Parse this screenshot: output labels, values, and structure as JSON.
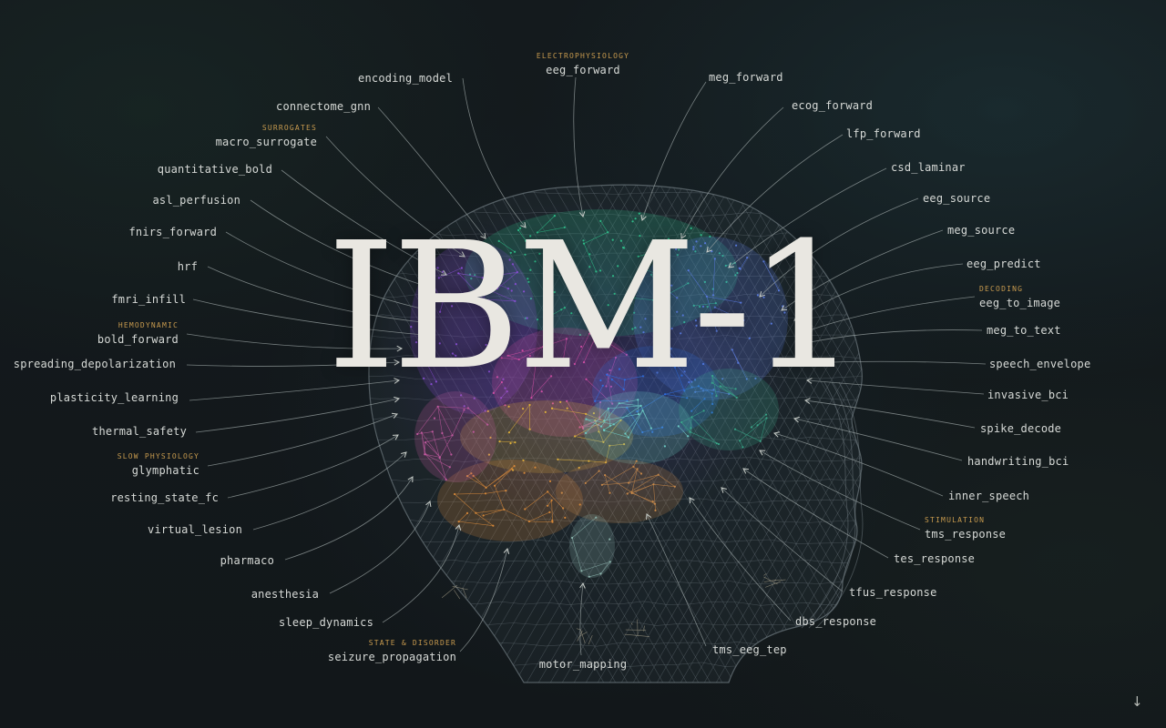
{
  "title": "IBM-1",
  "scroll_hint": "↓",
  "colors": {
    "label": "#d6d9d6",
    "group": "#c79a4e",
    "arrow": "#9aa3a3",
    "mesh": "#6f7a80"
  },
  "groups": [
    {
      "key": "electrophysiology",
      "label": "ELECTROPHYSIOLOGY"
    },
    {
      "key": "surrogates",
      "label": "SURROGATES"
    },
    {
      "key": "hemodynamic",
      "label": "HEMODYNAMIC"
    },
    {
      "key": "slow_physiology",
      "label": "SLOW PHYSIOLOGY"
    },
    {
      "key": "state_disorder",
      "label": "STATE & DISORDER"
    },
    {
      "key": "decoding",
      "label": "DECODING"
    },
    {
      "key": "stimulation",
      "label": "STIMULATION"
    }
  ],
  "labels": [
    {
      "id": "encoding_model",
      "text": "encoding_model"
    },
    {
      "id": "eeg_forward",
      "text": "eeg_forward"
    },
    {
      "id": "meg_forward",
      "text": "meg_forward"
    },
    {
      "id": "connectome_gnn",
      "text": "connectome_gnn"
    },
    {
      "id": "ecog_forward",
      "text": "ecog_forward"
    },
    {
      "id": "macro_surrogate",
      "text": "macro_surrogate"
    },
    {
      "id": "lfp_forward",
      "text": "lfp_forward"
    },
    {
      "id": "quantitative_bold",
      "text": "quantitative_bold"
    },
    {
      "id": "csd_laminar",
      "text": "csd_laminar"
    },
    {
      "id": "asl_perfusion",
      "text": "asl_perfusion"
    },
    {
      "id": "eeg_source",
      "text": "eeg_source"
    },
    {
      "id": "fnirs_forward",
      "text": "fnirs_forward"
    },
    {
      "id": "meg_source",
      "text": "meg_source"
    },
    {
      "id": "hrf",
      "text": "hrf"
    },
    {
      "id": "eeg_predict",
      "text": "eeg_predict"
    },
    {
      "id": "fmri_infill",
      "text": "fmri_infill"
    },
    {
      "id": "eeg_to_image",
      "text": "eeg_to_image"
    },
    {
      "id": "bold_forward",
      "text": "bold_forward"
    },
    {
      "id": "meg_to_text",
      "text": "meg_to_text"
    },
    {
      "id": "spreading_depolarization",
      "text": "spreading_depolarization"
    },
    {
      "id": "speech_envelope",
      "text": "speech_envelope"
    },
    {
      "id": "plasticity_learning",
      "text": "plasticity_learning"
    },
    {
      "id": "invasive_bci",
      "text": "invasive_bci"
    },
    {
      "id": "thermal_safety",
      "text": "thermal_safety"
    },
    {
      "id": "spike_decode",
      "text": "spike_decode"
    },
    {
      "id": "glymphatic",
      "text": "glymphatic"
    },
    {
      "id": "handwriting_bci",
      "text": "handwriting_bci"
    },
    {
      "id": "resting_state_fc",
      "text": "resting_state_fc"
    },
    {
      "id": "inner_speech",
      "text": "inner_speech"
    },
    {
      "id": "virtual_lesion",
      "text": "virtual_lesion"
    },
    {
      "id": "tms_response",
      "text": "tms_response"
    },
    {
      "id": "pharmaco",
      "text": "pharmaco"
    },
    {
      "id": "tes_response",
      "text": "tes_response"
    },
    {
      "id": "anesthesia",
      "text": "anesthesia"
    },
    {
      "id": "tfus_response",
      "text": "tfus_response"
    },
    {
      "id": "sleep_dynamics",
      "text": "sleep_dynamics"
    },
    {
      "id": "dbs_response",
      "text": "dbs_response"
    },
    {
      "id": "seizure_propagation",
      "text": "seizure_propagation"
    },
    {
      "id": "tms_eeg_tep",
      "text": "tms_eeg_tep"
    },
    {
      "id": "motor_mapping",
      "text": "motor_mapping"
    }
  ]
}
